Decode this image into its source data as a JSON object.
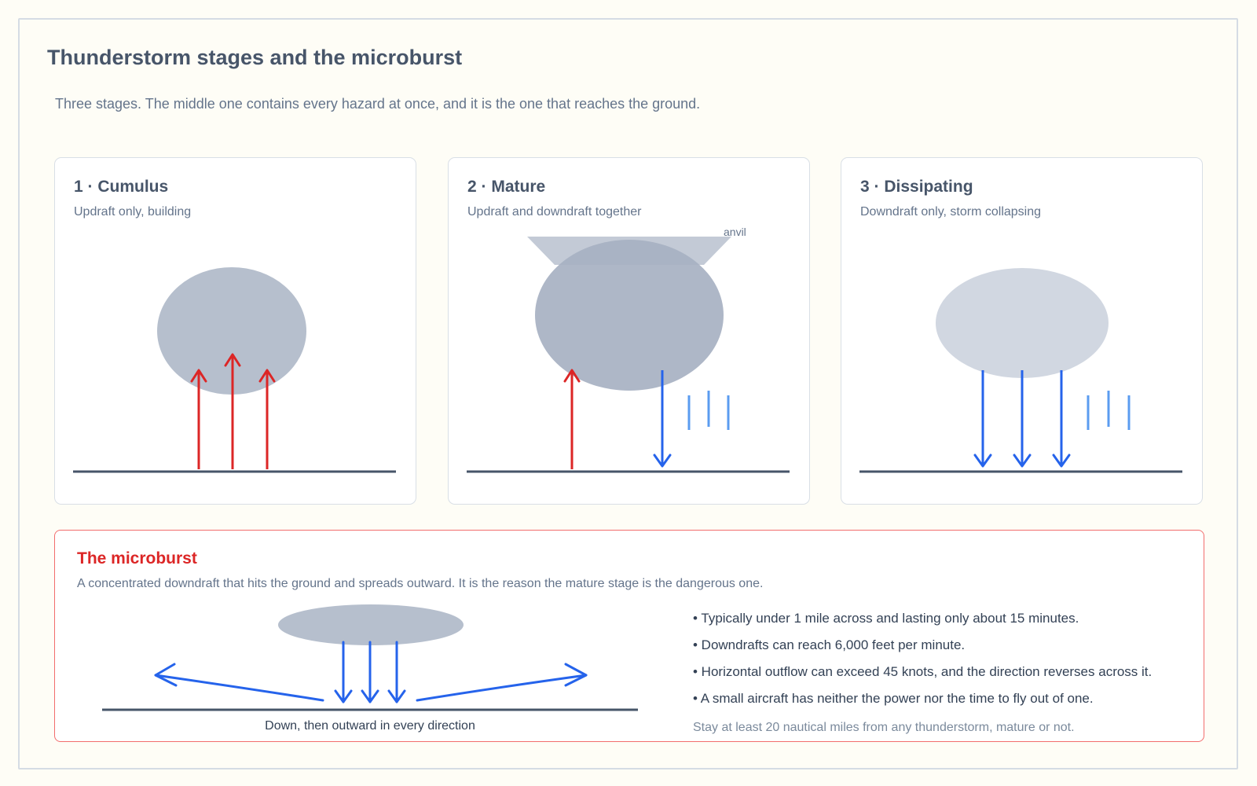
{
  "title": "Thunderstorm stages and the microburst",
  "subtitle": "Three stages. The middle one contains every hazard at once, and it is the one that reaches the ground.",
  "stages": [
    {
      "title": "1 · Cumulus",
      "subtitle": "Updraft only, building"
    },
    {
      "title": "2 · Mature",
      "subtitle": "Updraft and downdraft together",
      "anvil_label": "anvil"
    },
    {
      "title": "3 · Dissipating",
      "subtitle": "Downdraft only, storm collapsing"
    }
  ],
  "microburst": {
    "title": "The microburst",
    "subtitle": "A concentrated downdraft that hits the ground and spreads outward. It is the reason the mature stage is the dangerous one.",
    "diagram_caption": "Down, then outward in every direction",
    "facts": [
      "• Typically under 1 mile across and lasting only about 15 minutes.",
      "• Downdrafts can reach 6,000 feet per minute.",
      "• Horizontal outflow can exceed 45 knots, and the direction reverses across it.",
      "• A small aircraft has neither the power nor the time to fly out of one."
    ],
    "note": "Stay at least 20 nautical miles from any thunderstorm, mature or not."
  },
  "colors": {
    "updraft": "#dc2626",
    "downdraft": "#2563eb",
    "rain": "#5b9cf0",
    "cloud_cumulus": "#b6bfcd",
    "cloud_mature": "#a7b1c2",
    "cloud_dissipating": "#d1d7e1",
    "ground": "#475569",
    "alert": "#dc2626"
  }
}
